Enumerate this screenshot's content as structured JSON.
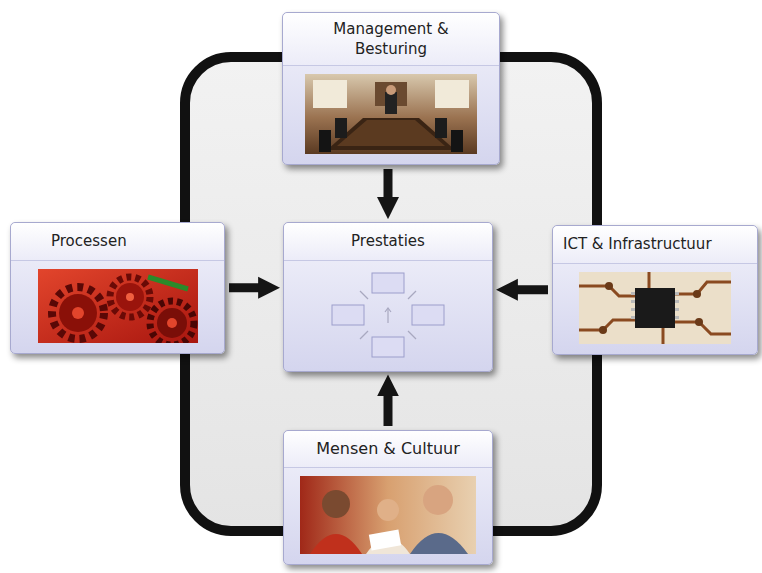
{
  "diagram": {
    "nodes": [
      {
        "text": [
          "Management & Besturing"
        ]
      },
      {
        "text": [
          "Processen"
        ]
      },
      {
        "text": [
          "Prestaties"
        ]
      },
      {
        "text": [
          "ICT & Infrastructuur"
        ]
      },
      {
        "text": [
          "Mensen & Cultuur"
        ]
      }
    ],
    "edges": [
      {
        "from": 0,
        "to": 2,
        "arrow": "to"
      },
      {
        "from": 1,
        "to": 2,
        "arrow": "to"
      },
      {
        "from": 3,
        "to": 2,
        "arrow": "to"
      },
      {
        "from": 4,
        "to": 2,
        "arrow": "to"
      }
    ]
  }
}
